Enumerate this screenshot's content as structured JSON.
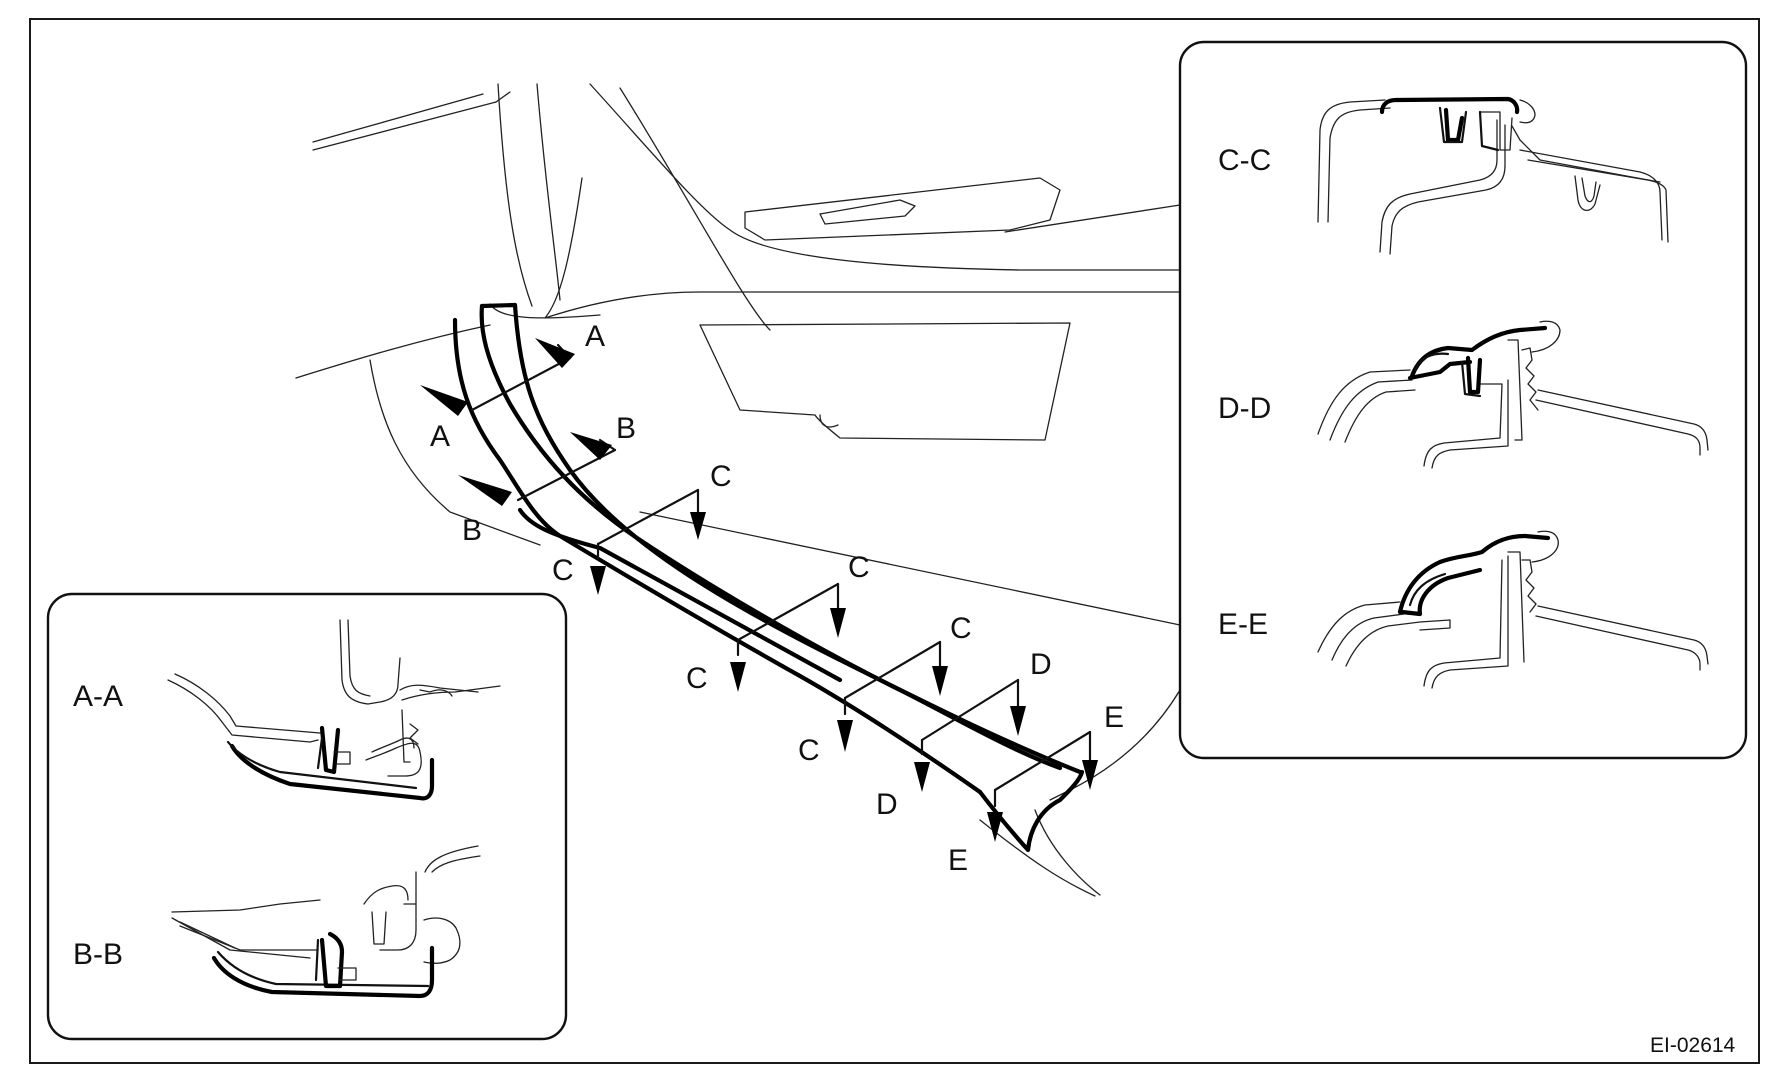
{
  "figure_code": "EI-02614",
  "section_markers": {
    "a_upper": "A",
    "a_lower": "A",
    "b_upper": "B",
    "b_lower": "B",
    "c1_upper": "C",
    "c1_lower": "C",
    "c2_upper": "C",
    "c2_lower": "C",
    "c3_upper": "C",
    "c3_lower": "C",
    "d_upper": "D",
    "d_lower": "D",
    "e_upper": "E",
    "e_lower": "E"
  },
  "inset_top_right": {
    "cc_label": "C-C",
    "dd_label": "D-D",
    "ee_label": "E-E"
  },
  "inset_bottom_left": {
    "aa_label": "A-A",
    "bb_label": "B-B"
  }
}
